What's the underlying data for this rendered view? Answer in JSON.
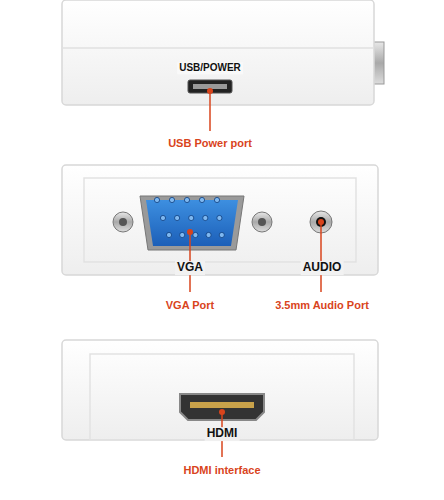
{
  "diagram": {
    "labels": [
      "USB/POWER",
      "USB Power port",
      "VGA",
      "AUDIO",
      "VGA Port",
      "3.5mm Audio Port",
      "HDMI",
      "HDMI interface"
    ]
  }
}
